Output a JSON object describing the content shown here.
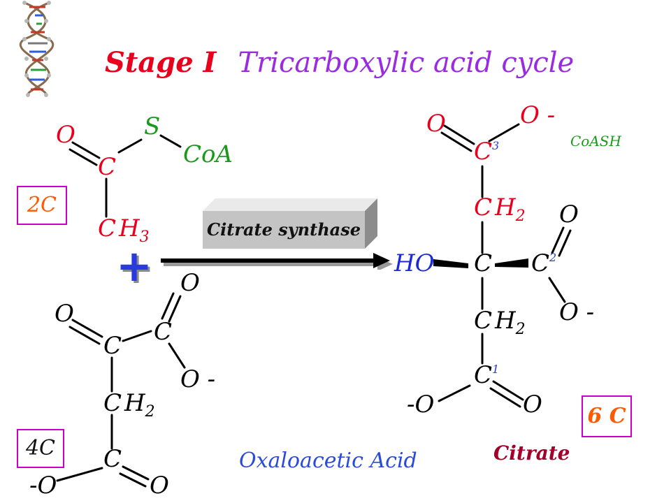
{
  "title": {
    "stage": "Stage I",
    "cycle": "Tricarboxylic acid cycle"
  },
  "acetyl": {
    "O": "O",
    "S": "S",
    "C": "C",
    "CoA": "CoA",
    "CH3_C": "C",
    "CH3_H": "H",
    "CH3_n": "3"
  },
  "box_2c": "2C",
  "box_4c": "4C",
  "box_6c": "6 C",
  "plus": "+",
  "enzyme": "Citrate synthase",
  "oaa": {
    "O_top": "O",
    "O_left": "O",
    "C_keto": "C",
    "C_carboxyl": "C",
    "Ominus": "O -",
    "CH2_C": "C",
    "CH2_H": "H",
    "CH2_n": "2",
    "C_bottom": "C",
    "Ominus_bottom": "-O",
    "O_bottom": "O",
    "label": "Oxaloacetic Acid"
  },
  "citrate": {
    "O_top_left": "O",
    "Ominus_top": "O -",
    "C3": "C",
    "n3": "3",
    "CH2a_C": "C",
    "CH2a_H": "H",
    "CH2a_n": "2",
    "HO": "HO",
    "C_center": "C",
    "C2": "C",
    "n2": "2",
    "O_right": "O",
    "Ominus_right": "O -",
    "CH2b_C": "C",
    "CH2b_H": "H",
    "CH2b_n": "2",
    "C1": "C",
    "n1": "1",
    "Ominus_bottom": "-O",
    "O_bottom": "O",
    "label": "Citrate"
  },
  "coash": "CoASH",
  "icons": {
    "dna": "dna-helix-icon"
  },
  "colors": {
    "title_red": "#e8001c",
    "title_purple": "#9a2be0",
    "acetyl_green": "#1a9a1a",
    "hydroxyl_blue": "#1a2ad8",
    "box_border": "#c800c8",
    "box_text": "#ff5a00",
    "oaa_label": "#2a4ad8",
    "citrate_label": "#a3002a",
    "coash_green": "#1a9a1a"
  }
}
